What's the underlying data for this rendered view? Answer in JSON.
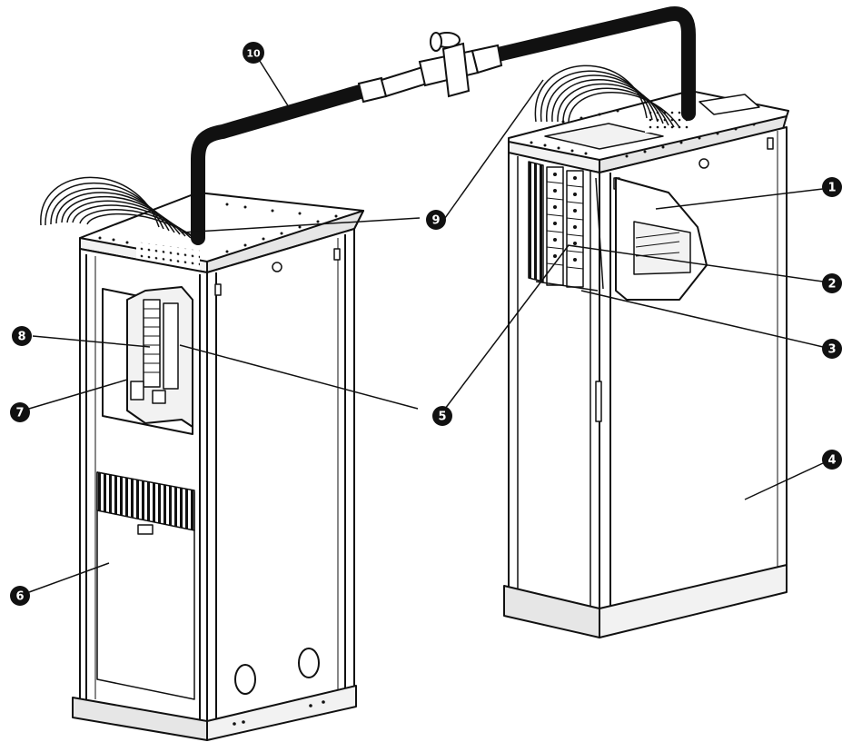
{
  "callouts": [
    {
      "id": "c1",
      "label": "1"
    },
    {
      "id": "c2",
      "label": "2"
    },
    {
      "id": "c3",
      "label": "3"
    },
    {
      "id": "c4",
      "label": "4"
    },
    {
      "id": "c5a",
      "label": "5"
    },
    {
      "id": "c5b",
      "label": "5"
    },
    {
      "id": "c6",
      "label": "6"
    },
    {
      "id": "c7",
      "label": "7"
    },
    {
      "id": "c8",
      "label": "8"
    },
    {
      "id": "c9a",
      "label": "9"
    },
    {
      "id": "c9b",
      "label": "9"
    },
    {
      "id": "c10",
      "label": "10"
    }
  ],
  "colors": {
    "line": "#111111",
    "fill": "#ffffff",
    "panel": "#f2f2f2",
    "shade": "#dcdcdc",
    "callout": "#111111"
  }
}
